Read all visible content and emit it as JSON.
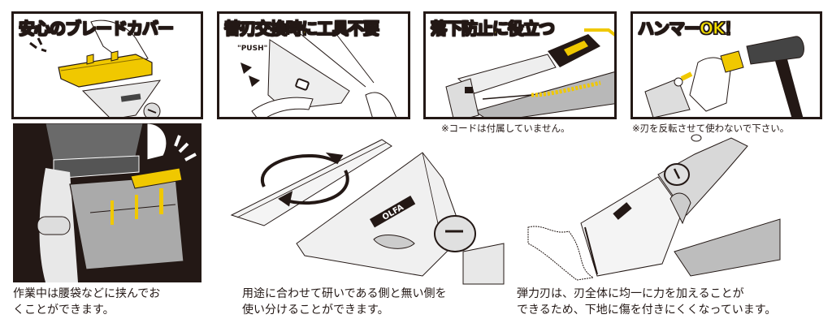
{
  "brand": {
    "name": "OLFA",
    "accent_yellow": "#f5e000",
    "ink": "#231815",
    "gray": "#bdbdbd"
  },
  "feature_panels": [
    {
      "headline": "安心のブレードカバー",
      "icon": "blade-cover-illustration"
    },
    {
      "headline": "替刃交換時に工具不要",
      "push_label": "\"PUSH\"",
      "icon": "blade-replace-illustration"
    },
    {
      "headline": "落下防止に役立つ",
      "note": "※コードは付属していません。",
      "icon": "lanyard-illustration"
    },
    {
      "headline": "ハンマーOK！",
      "note": "※刃を反転させて使わないで下さい。",
      "icon": "hammer-illustration"
    }
  ],
  "bottom_sections": [
    {
      "icon": "tool-pouch-illustration",
      "caption_lines": [
        "作業中は腰袋などに挟んでお",
        "くことができます。"
      ]
    },
    {
      "icon": "reversible-blade-illustration",
      "blade_logo": "OLFA",
      "caption_lines": [
        "用途に合わせて研いである側と無い側を",
        "使い分けることができます。"
      ]
    },
    {
      "icon": "scraping-illustration",
      "caption_lines": [
        "弾力刃は、刃全体に均一に力を加えることが",
        "できるため、下地に傷を付きにくくなっています。"
      ]
    }
  ]
}
